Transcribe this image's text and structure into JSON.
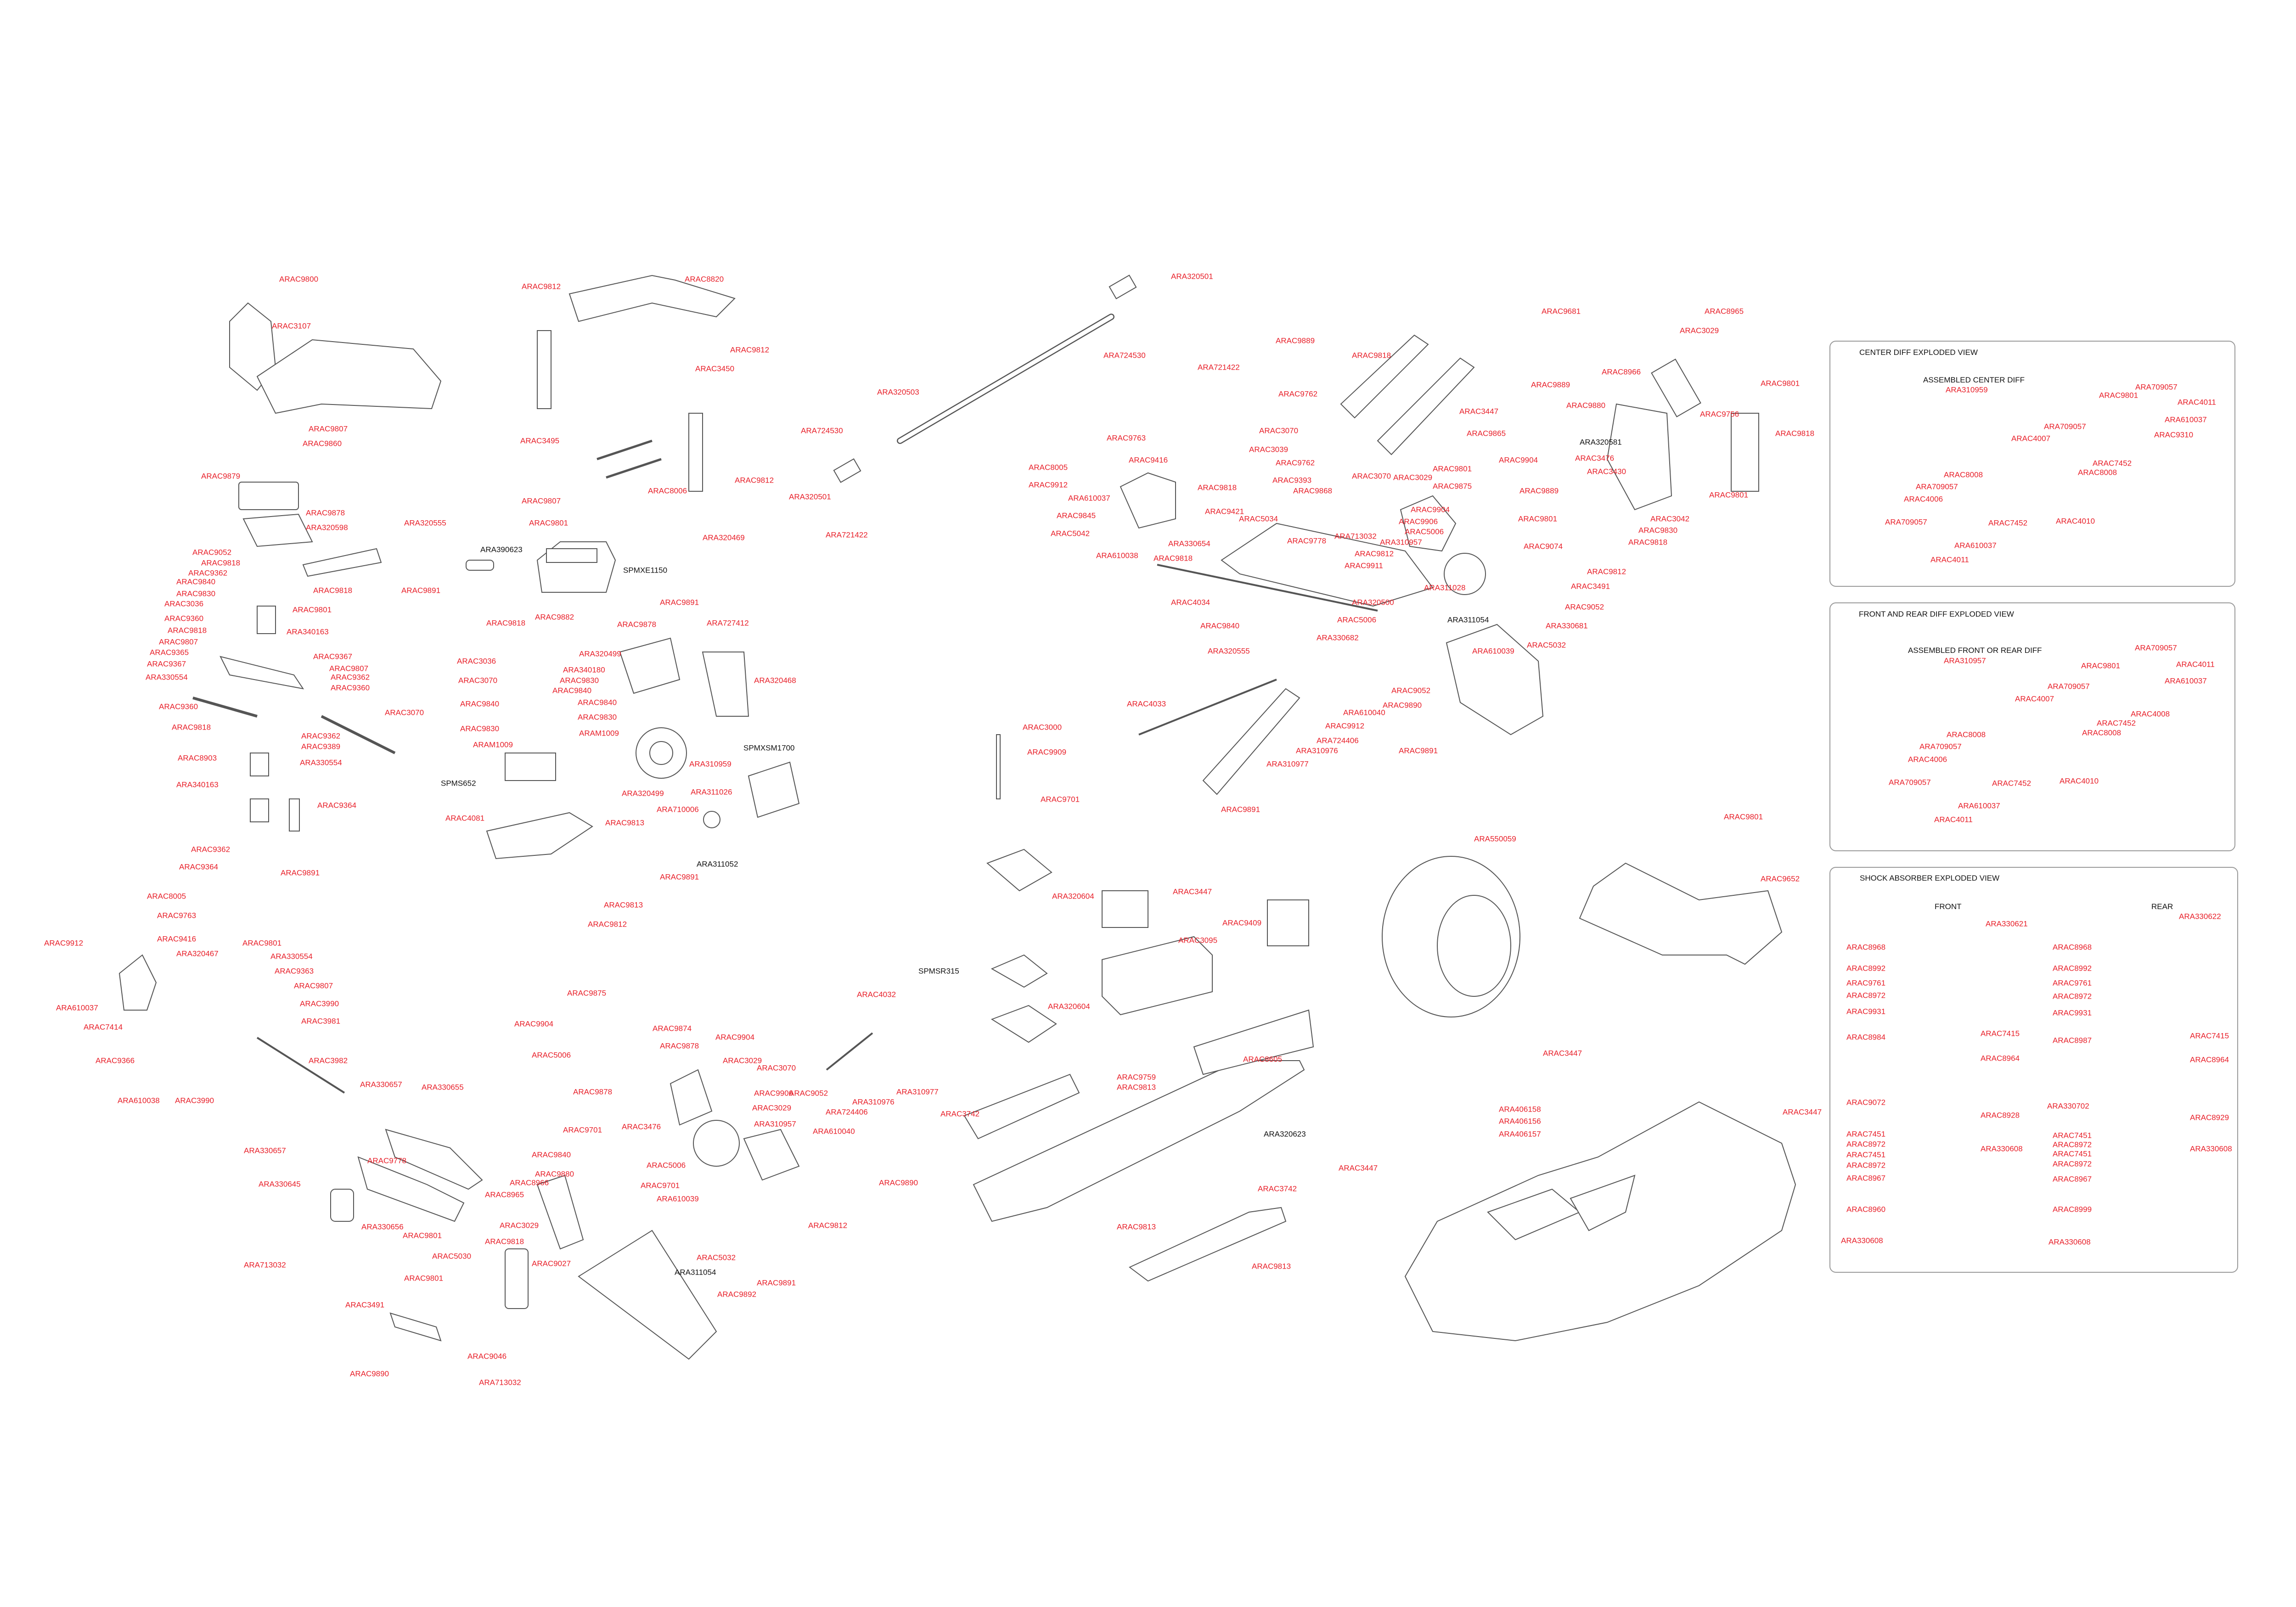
{
  "colors": {
    "callout": "#e8202a",
    "callout_black": "#111111",
    "linework": "#555555",
    "panel_border": "#9a9a9a"
  },
  "main": {
    "front_steering": [
      "ARAC9800",
      "ARAC3107",
      "ARAC9807",
      "ARAC9860",
      "ARAC9879",
      "ARAC9878",
      "ARA320598",
      "ARA320555",
      "ARAC9052",
      "ARAC9818",
      "ARAC9362",
      "ARAC9840",
      "ARAC9830",
      "ARAC3036",
      "ARAC9360",
      "ARAC9818",
      "ARAC9807",
      "ARAC9365",
      "ARAC9367",
      "ARA330554",
      "ARAC9818",
      "ARAC9801",
      "ARA340163",
      "ARAC9891",
      "ARAC9367",
      "ARAC9807",
      "ARAC9362",
      "ARAC9360",
      "ARAC3070",
      "ARAC9360",
      "ARAC9818",
      "ARAC8903",
      "ARAC9362",
      "ARAC9389",
      "ARA330554",
      "ARA340163",
      "ARAC9364",
      "ARAC9362",
      "ARAC9364",
      "ARAC9891"
    ],
    "center_electronics": [
      "ARAC9812",
      "ARAC8820",
      "ARAC9812",
      "ARAC3450",
      "ARAC3495",
      "ARAC9812",
      "ARAC8006",
      "ARAC9807",
      "ARAC9801",
      "ARA390623",
      "SPMXE1150",
      "ARA320469",
      "ARAC9891",
      "ARAC9818",
      "ARAC9882",
      "ARAC9878",
      "ARA727412",
      "ARAC3036",
      "ARA340180",
      "ARA320499",
      "ARAC3070",
      "ARAC9830",
      "ARAC9840",
      "ARAC9840",
      "ARAC9840",
      "ARAC9830",
      "ARAC9830",
      "ARAM1009",
      "ARAM1009",
      "ARA320468",
      "SPMXSM1700",
      "ARA310959",
      "SPMS652",
      "ARA320499",
      "ARA311026",
      "ARA710006",
      "ARAC4081",
      "ARAC9813",
      "ARA311052",
      "ARAC9891",
      "ARAC9813",
      "ARAC9812"
    ],
    "center_driveshaft": [
      "ARA320501",
      "ARA724530",
      "ARA721422",
      "ARA320503",
      "ARA724530",
      "ARA320501",
      "ARA721422"
    ],
    "rear_suspension": [
      "ARAC9681",
      "ARAC9889",
      "ARAC9818",
      "ARAC9762",
      "ARAC3070",
      "ARAC3039",
      "ARAC9763",
      "ARAC8005",
      "ARAC9416",
      "ARAC9762",
      "ARAC9912",
      "ARAC9393",
      "ARAC9818",
      "ARAC9868",
      "ARA610037",
      "ARAC9845",
      "ARAC9421",
      "ARAC5034",
      "ARAC5042",
      "ARA330654",
      "ARAC9818",
      "ARA610038",
      "ARAC9778",
      "ARA713032",
      "ARAC4034",
      "ARAC9840",
      "ARAC3070",
      "ARAC3029",
      "ARAC9801",
      "ARAC9875",
      "ARAC9904",
      "ARAC9906",
      "ARAC5006",
      "ARA310957",
      "ARAC9812",
      "ARAC9911",
      "ARA311028",
      "ARA320500",
      "ARA311054",
      "ARAC5006",
      "ARA330682",
      "ARA320555",
      "ARAC4033",
      "ARAC9052",
      "ARAC9890",
      "ARA610040",
      "ARAC9912",
      "ARA724406",
      "ARA310976",
      "ARA310977",
      "ARAC9891",
      "ARAC9891",
      "ARAC9865",
      "ARAC3447",
      "ARAC9880",
      "ARA320581",
      "ARAC8966",
      "ARAC9889",
      "ARAC9904",
      "ARAC3476",
      "ARAC3430",
      "ARAC9889",
      "ARAC9801",
      "ARAC9074",
      "ARAC3042",
      "ARAC9830",
      "ARAC9818",
      "ARAC9812",
      "ARAC3491",
      "ARAC9052",
      "ARA330681",
      "ARAC5032",
      "ARA610039",
      "ARAC8965",
      "ARAC3029",
      "ARAC9801",
      "ARAC9756",
      "ARAC9818",
      "ARAC9801"
    ],
    "chassis_radio": [
      "ARAC3000",
      "ARAC9909",
      "ARAC9701",
      "ARA320604",
      "ARAC3447",
      "ARAC9409",
      "ARAC3095",
      "SPMSR315",
      "ARA320604",
      "ARAC8605",
      "ARAC9759",
      "ARAC9813",
      "ARA320623",
      "ARAC3742",
      "ARAC3742",
      "ARAC9813",
      "ARAC9813"
    ],
    "body_wheels": [
      "ARA550059",
      "ARAC9801",
      "ARAC9652",
      "ARAC3447",
      "ARAC3447",
      "ARAC3447",
      "ARA406158",
      "ARA406156",
      "ARA406157"
    ],
    "front_suspension": [
      "ARAC8005",
      "ARAC9763",
      "ARAC9912",
      "ARAC9416",
      "ARAC9801",
      "ARA320467",
      "ARA330554",
      "ARAC9363",
      "ARAC9807",
      "ARA610037",
      "ARAC3990",
      "ARAC7414",
      "ARAC3981",
      "ARAC9366",
      "ARAC3982",
      "ARA610038",
      "ARAC3990",
      "ARA330657",
      "ARA330655",
      "ARA330657",
      "ARAC9778",
      "ARA330645",
      "ARA330656",
      "ARAC9801",
      "ARAC5030",
      "ARA713032",
      "ARAC9801",
      "ARAC3491",
      "ARAC9890",
      "ARAC9046",
      "ARA713032"
    ],
    "front_bulkhead": [
      "ARAC9875",
      "ARAC9904",
      "ARAC5006",
      "ARAC9874",
      "ARAC9878",
      "ARAC9904",
      "ARAC3029",
      "ARAC3070",
      "ARAC9878",
      "ARAC9906",
      "ARAC9052",
      "ARAC3029",
      "ARA310957",
      "ARAC9701",
      "ARAC3476",
      "ARAC9840",
      "ARAC9880",
      "ARAC8966",
      "ARAC8965",
      "ARAC5006",
      "ARAC9701",
      "ARA610039",
      "ARAC3029",
      "ARAC9818",
      "ARAC9027",
      "ARA311054",
      "ARAC5032",
      "ARAC9892",
      "ARAC9891",
      "ARAC9812",
      "ARAC4032",
      "ARA310977",
      "ARA310976",
      "ARA724406",
      "ARA610040",
      "ARAC9890"
    ]
  },
  "panels": {
    "center_diff": {
      "title": "CENTER DIFF EXPLODED VIEW",
      "subtitle": "ASSEMBLED CENTER DIFF",
      "labels": [
        "ARA310959",
        "ARA709057",
        "ARAC9801",
        "ARAC4011",
        "ARA610037",
        "ARA709057",
        "ARAC9310",
        "ARAC4007",
        "ARAC7452",
        "ARAC8008",
        "ARAC8008",
        "ARA709057",
        "ARAC4006",
        "ARAC4010",
        "ARAC7452",
        "ARA709057",
        "ARA610037",
        "ARAC4011"
      ]
    },
    "front_rear_diff": {
      "title": "FRONT AND REAR DIFF EXPLODED VIEW",
      "subtitle": "ASSEMBLED FRONT OR REAR DIFF",
      "labels": [
        "ARA310957",
        "ARA709057",
        "ARAC9801",
        "ARAC4011",
        "ARA610037",
        "ARA709057",
        "ARAC4007",
        "ARAC4008",
        "ARAC7452",
        "ARAC8008",
        "ARAC8008",
        "ARA709057",
        "ARAC4006",
        "ARAC4010",
        "ARAC7452",
        "ARA709057",
        "ARA610037",
        "ARAC4011"
      ]
    },
    "shock": {
      "title": "SHOCK ABSORBER EXPLODED VIEW",
      "front_heading": "FRONT",
      "rear_heading": "REAR",
      "front_labels": [
        "ARAC8968",
        "ARAC8992",
        "ARAC9761",
        "ARAC8972",
        "ARAC9931",
        "ARAC8984",
        "ARAC9072",
        "ARAC7451",
        "ARAC8972",
        "ARAC7451",
        "ARAC8972",
        "ARAC8967",
        "ARAC8960",
        "ARA330608",
        "ARA330621",
        "ARAC7415",
        "ARAC8964",
        "ARAC8928",
        "ARA330608"
      ],
      "rear_labels": [
        "ARAC8968",
        "ARAC8992",
        "ARAC9761",
        "ARAC8972",
        "ARAC9931",
        "ARAC8987",
        "ARA330702",
        "ARAC7451",
        "ARAC8972",
        "ARAC7451",
        "ARAC8972",
        "ARAC8967",
        "ARAC8999",
        "ARA330608",
        "ARA330622",
        "ARAC7415",
        "ARAC8964",
        "ARAC8929",
        "ARA330608"
      ]
    }
  }
}
